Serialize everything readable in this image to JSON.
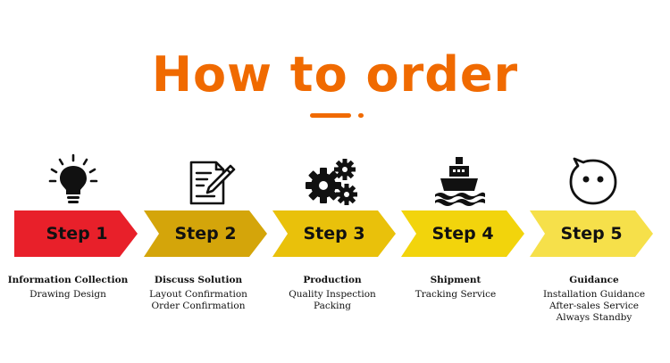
{
  "title": "How to order",
  "colors": {
    "title": "#f06a00",
    "step1": "#e8202a",
    "step2": "#d4a50a",
    "step3": "#e9c10b",
    "step4": "#f2d40c",
    "step5": "#f6e04a"
  },
  "steps": [
    {
      "label": "Step 1",
      "icon": "lightbulb-icon",
      "heading": "Information Collection",
      "lines": [
        "Drawing Design"
      ]
    },
    {
      "label": "Step 2",
      "icon": "document-edit-icon",
      "heading": "Discuss Solution",
      "lines": [
        "Layout Confirmation",
        "Order Confirmation"
      ]
    },
    {
      "label": "Step 3",
      "icon": "gears-icon",
      "heading": "Production",
      "lines": [
        "Quality Inspection",
        "Packing"
      ]
    },
    {
      "label": "Step 4",
      "icon": "ship-icon",
      "heading": "Shipment",
      "lines": [
        "Tracking Service"
      ]
    },
    {
      "label": "Step 5",
      "icon": "chat-smiley-icon",
      "heading": "Guidance",
      "lines": [
        "Installation Guidance",
        "After-sales Service",
        "Always Standby"
      ]
    }
  ]
}
